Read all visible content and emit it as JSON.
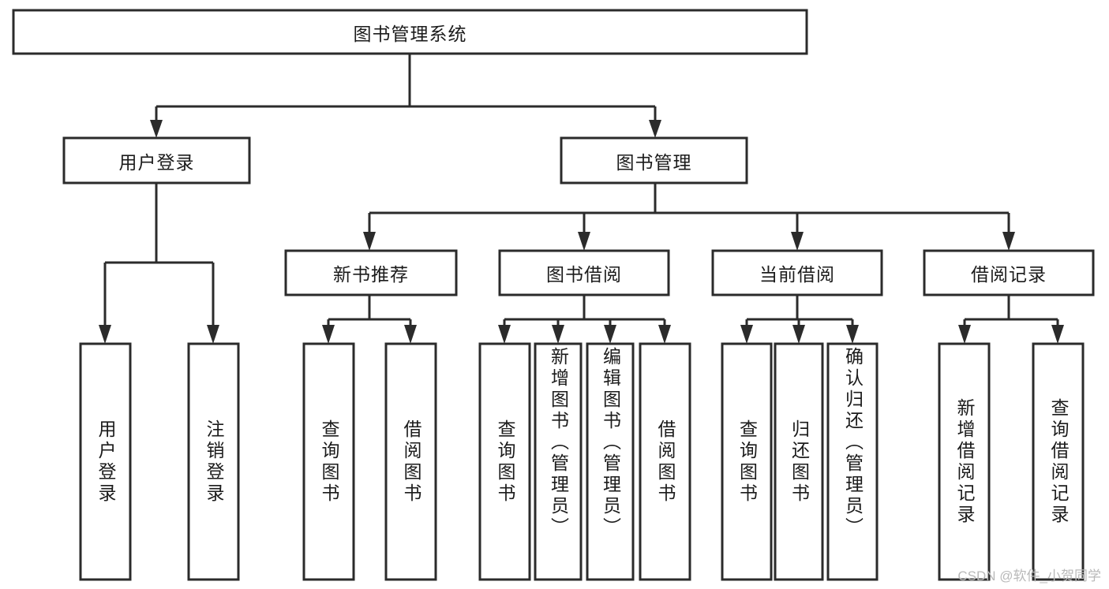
{
  "diagram": {
    "title": "图书管理系统",
    "type": "tree-hierarchy",
    "watermark": "CSDN @软件_小贺同学",
    "colors": {
      "stroke": "#2b2b2b",
      "fill": "#ffffff",
      "text": "#1b1b1b",
      "watermark": "#b9b9b9"
    },
    "root": {
      "label": "图书管理系统"
    },
    "level2": [
      {
        "label": "用户登录"
      },
      {
        "label": "图书管理"
      }
    ],
    "level3": [
      {
        "label": "新书推荐"
      },
      {
        "label": "图书借阅"
      },
      {
        "label": "当前借阅"
      },
      {
        "label": "借阅记录"
      }
    ],
    "leaves_user_login": [
      {
        "label": "用户登录"
      },
      {
        "label": "注销登录"
      }
    ],
    "leaves_new_book": [
      {
        "label": "查询图书"
      },
      {
        "label": "借阅图书"
      }
    ],
    "leaves_borrow": [
      {
        "label": "查询图书"
      },
      {
        "label": "新增图书（管理员）"
      },
      {
        "label": "编辑图书（管理员）"
      },
      {
        "label": "借阅图书"
      }
    ],
    "leaves_current": [
      {
        "label": "查询图书"
      },
      {
        "label": "归还图书"
      },
      {
        "label": "确认归还（管理员）"
      }
    ],
    "leaves_records": [
      {
        "label": "新增借阅记录"
      },
      {
        "label": "查询借阅记录"
      }
    ]
  }
}
